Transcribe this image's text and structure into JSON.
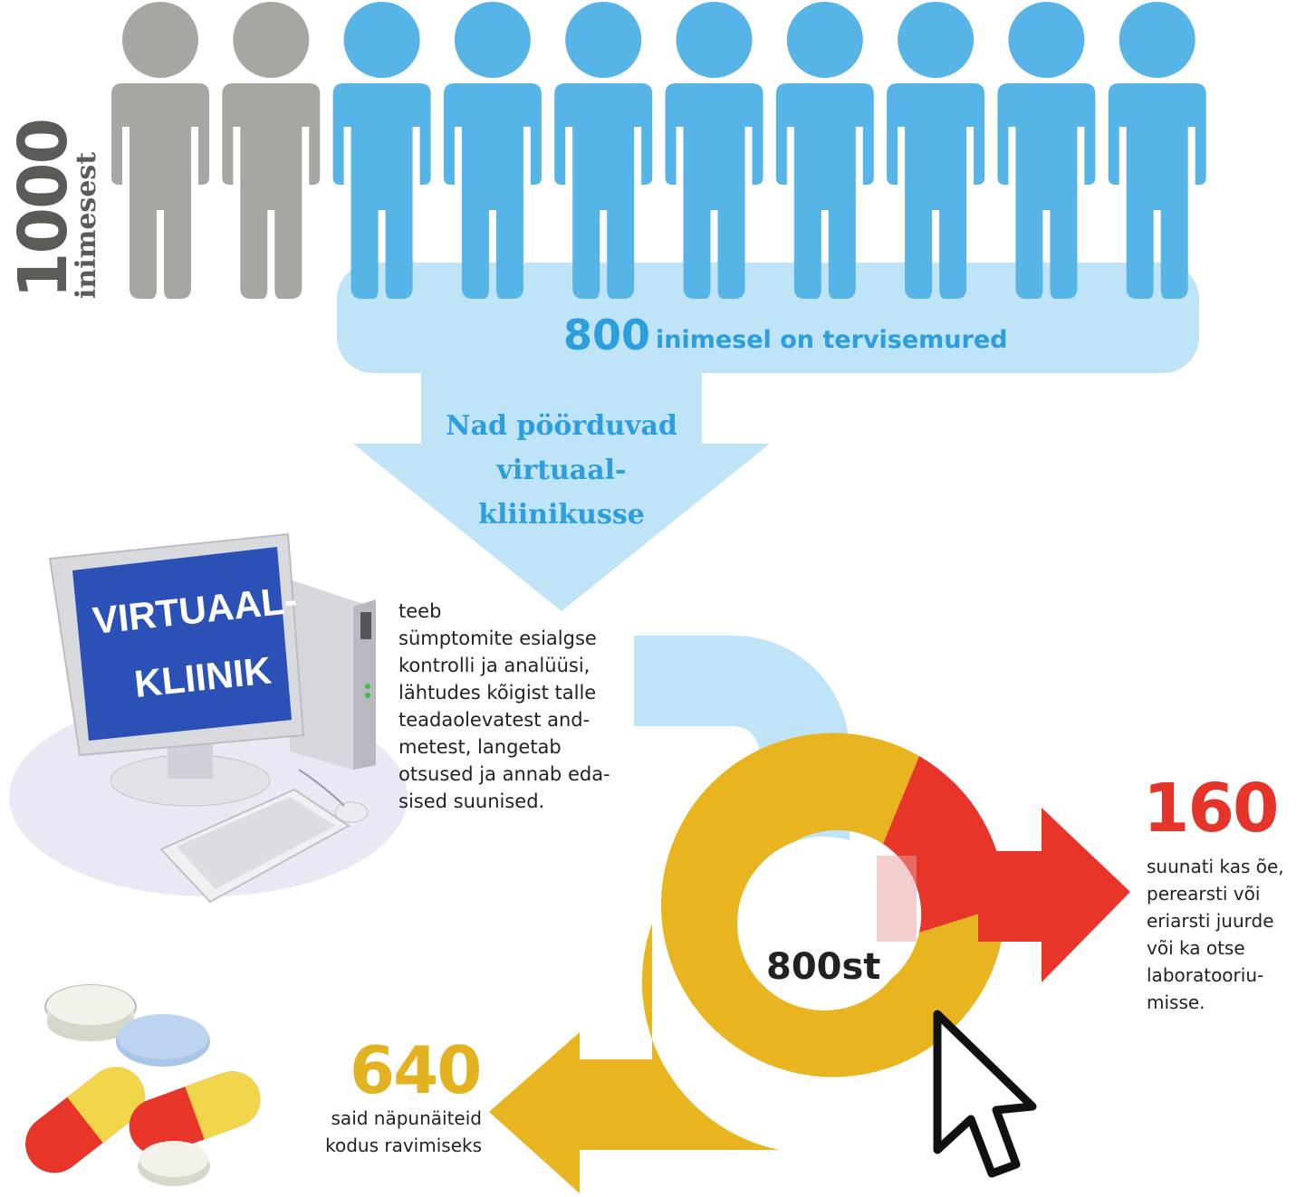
{
  "population": {
    "total_number": "1000",
    "total_word": "inimesest",
    "figures_total": 10,
    "figures_highlighted": 8,
    "colors": {
      "neutral": "#a8a6a0",
      "highlight": "#56b4e6",
      "band": "#bfe4f8"
    }
  },
  "headline": {
    "number": "800",
    "text": "inimesel on tervisemured"
  },
  "arrow": {
    "text": "Nad pöörduvad\nvirtuaal-\nkliinikusse"
  },
  "computer": {
    "screen_text": [
      "VIRTUAAL-",
      "KLIINIK"
    ]
  },
  "description": {
    "text": "teeb\nsümptomite esialgse\nkontrolli ja analüüsi,\nlähtudes kõigist talle\nteadaolevatest and-\nmetest, langetab\notsused ja annab eda-\nsised suunised."
  },
  "outcomes": {
    "center_label": "800st",
    "referred": {
      "number": "160",
      "text": "suunati kas õe,\nperearsti või\neriarsti juurde\nvõi ka otse\nlaboratooriu-\nmisse.",
      "color": "#e5342a"
    },
    "home": {
      "number": "640",
      "text": "said näpunäiteid\nkodus ravimiseks",
      "color": "#e2b221"
    }
  }
}
